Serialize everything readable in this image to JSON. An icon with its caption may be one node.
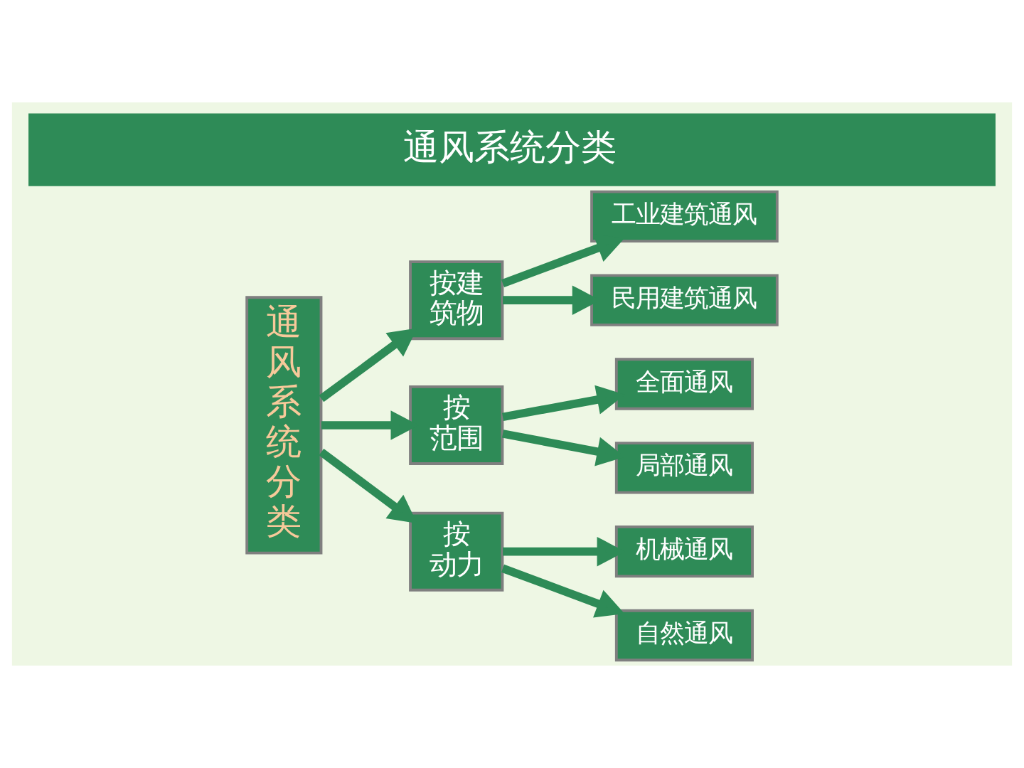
{
  "diagram": {
    "title": "通风系统分类",
    "nodes": [
      {
        "text": [
          "通风系统分类"
        ]
      },
      {
        "text": [
          "按建筑物"
        ]
      },
      {
        "text": [
          "按范围"
        ]
      },
      {
        "text": [
          "按动力"
        ]
      },
      {
        "text": [
          "工业建筑通风"
        ]
      },
      {
        "text": [
          "民用建筑通风"
        ]
      },
      {
        "text": [
          "全面通风"
        ]
      },
      {
        "text": [
          "局部通风"
        ]
      },
      {
        "text": [
          "机械通风"
        ]
      },
      {
        "text": [
          "自然通风"
        ]
      }
    ],
    "edges": [
      {
        "from": 0,
        "to": 1,
        "arrow": "to"
      },
      {
        "from": 0,
        "to": 2,
        "arrow": "to"
      },
      {
        "from": 0,
        "to": 3,
        "arrow": "to"
      },
      {
        "from": 1,
        "to": 4,
        "arrow": "to"
      },
      {
        "from": 1,
        "to": 5,
        "arrow": "to"
      },
      {
        "from": 2,
        "to": 6,
        "arrow": "to"
      },
      {
        "from": 2,
        "to": 7,
        "arrow": "to"
      },
      {
        "from": 3,
        "to": 8,
        "arrow": "to"
      },
      {
        "from": 3,
        "to": 9,
        "arrow": "to"
      }
    ]
  }
}
